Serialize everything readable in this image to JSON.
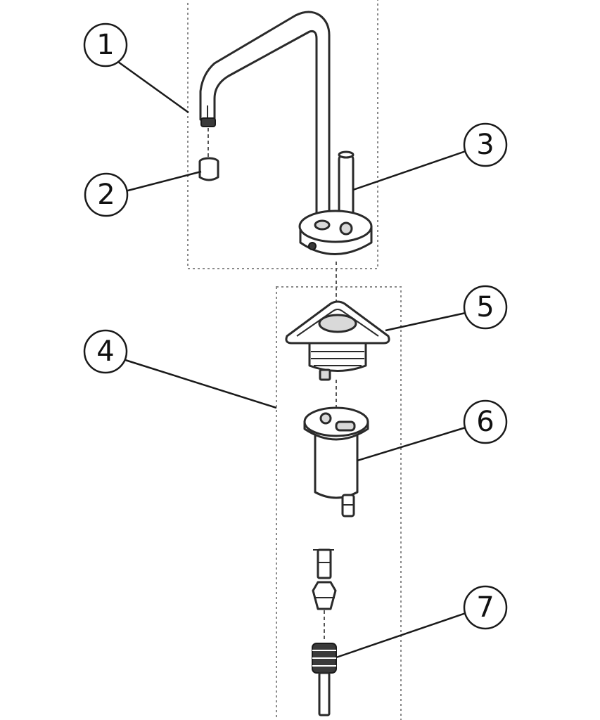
{
  "callouts": [
    {
      "label": "1"
    },
    {
      "label": "2"
    },
    {
      "label": "3"
    },
    {
      "label": "4"
    },
    {
      "label": "5"
    },
    {
      "label": "6"
    },
    {
      "label": "7"
    }
  ],
  "colors": {
    "line": "#2a2a2a",
    "frame": "#8a8a8a",
    "background": "#ffffff"
  }
}
